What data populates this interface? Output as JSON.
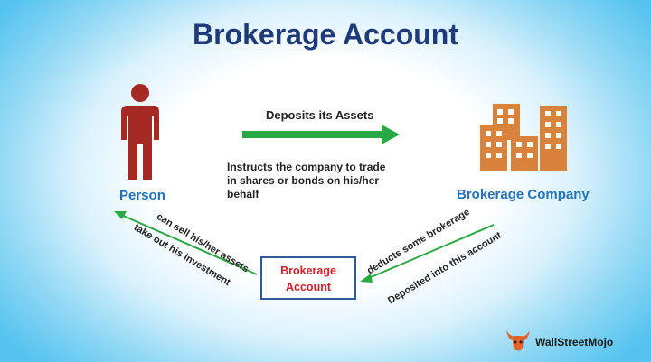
{
  "title": "Brokerage Account",
  "person": {
    "label": "Person",
    "icon": "person-icon"
  },
  "company": {
    "label": "Brokerage Company",
    "icon": "buildings-icon"
  },
  "top_arrow": {
    "label": "Deposits its Assets",
    "color": "#2aa843"
  },
  "instructs": [
    "Instructs the company to trade",
    "in shares or bonds on his/her",
    "behalf"
  ],
  "center_box": {
    "line1": "Brokerage",
    "line2": "Account"
  },
  "left_arrow": {
    "upper_label": "can sell his/her assets",
    "lower_label": "take out his investment"
  },
  "right_arrow": {
    "upper_label": "deducts some brokerage",
    "lower_label": "Deposited into this account"
  },
  "brand": {
    "name": "WallStreetMojo",
    "icon": "bull-logo-icon"
  },
  "colors": {
    "title": "#1f3a78",
    "labels": "#2372b7",
    "person": "#a52a24",
    "buildings": "#d9823b",
    "box_text": "#d0202a"
  }
}
